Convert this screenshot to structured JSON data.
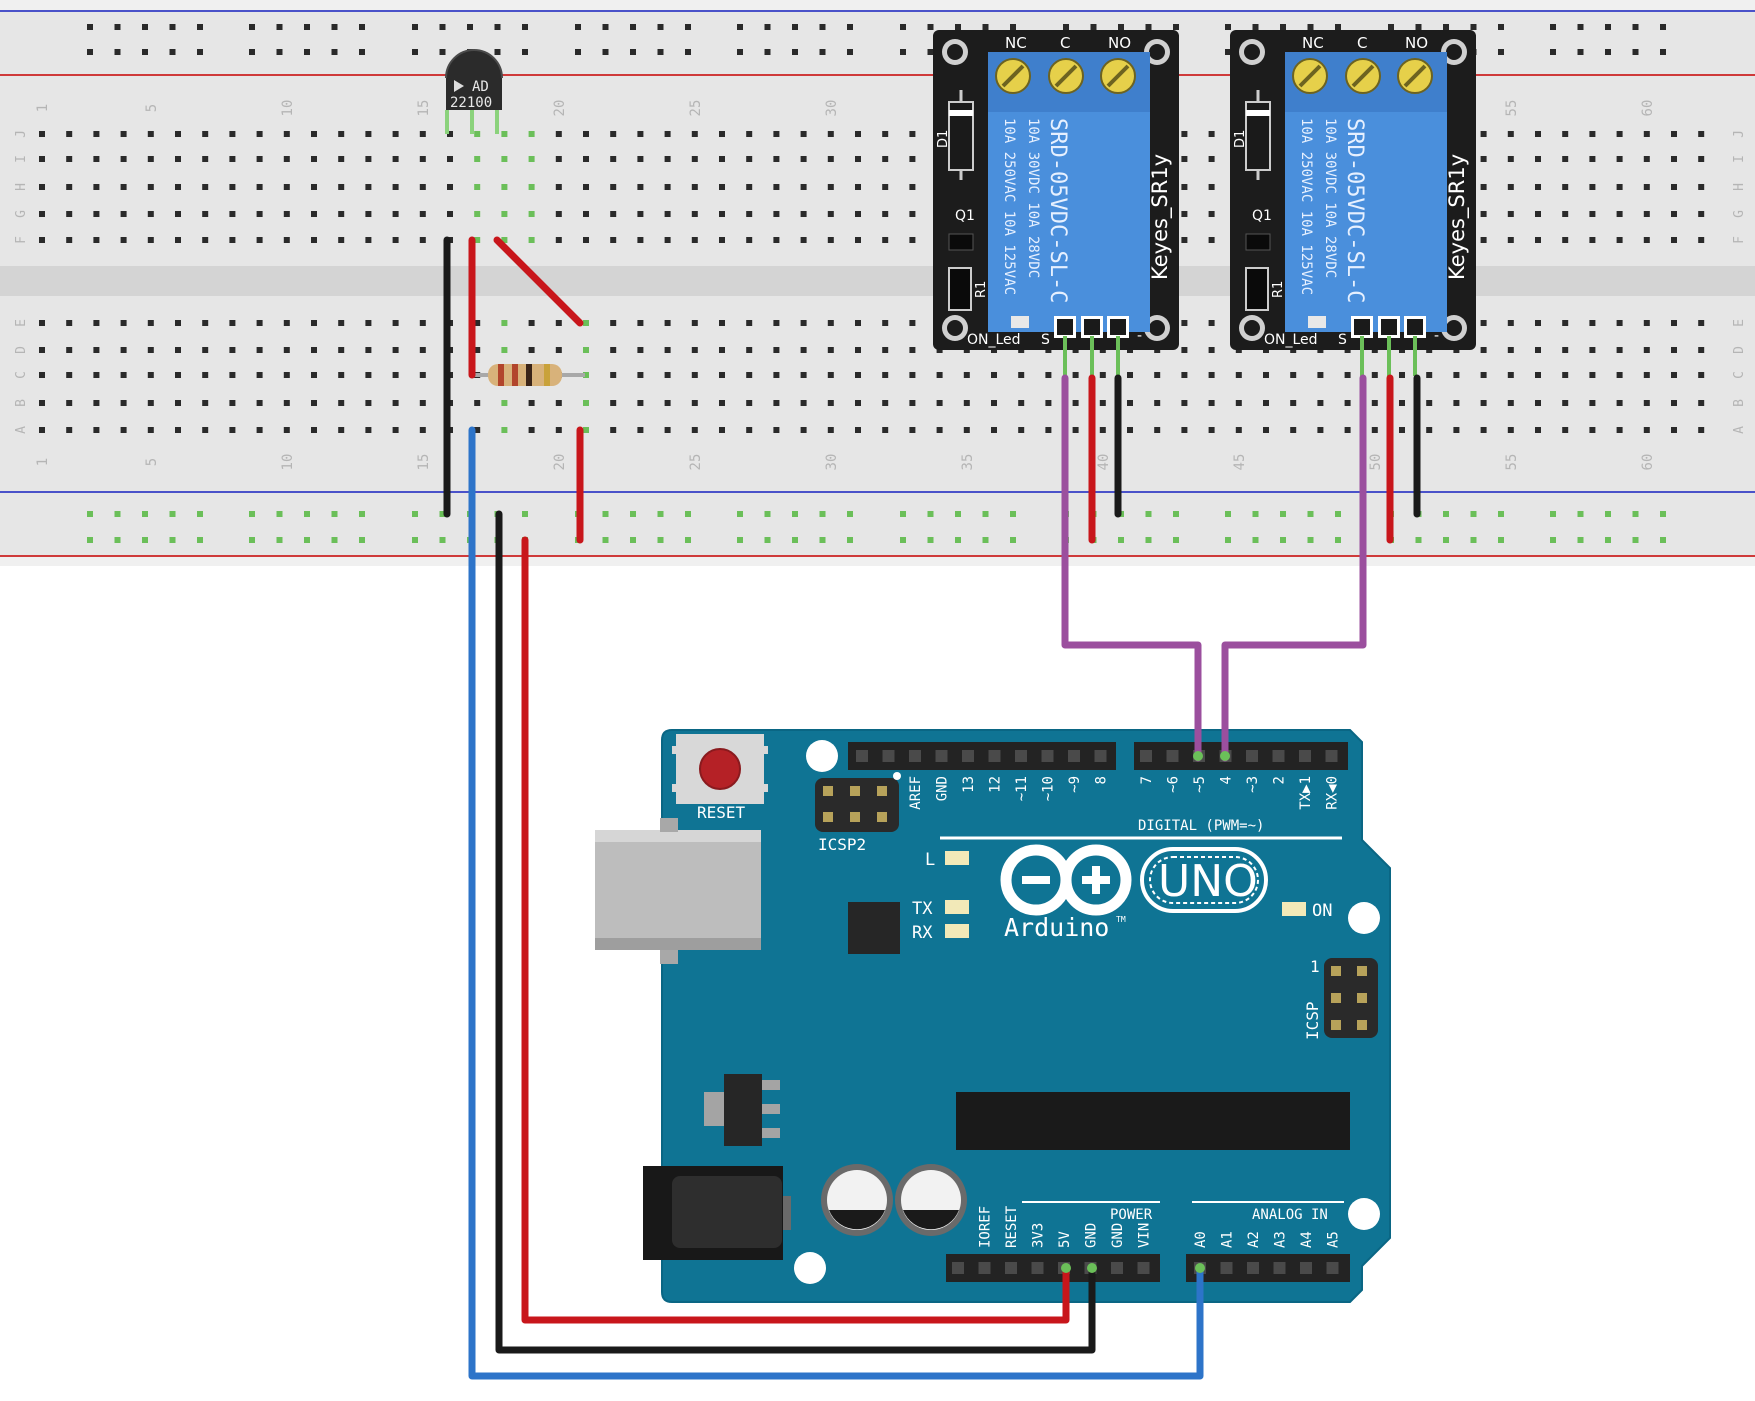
{
  "breadboard": {
    "row_letters": [
      "J",
      "I",
      "H",
      "G",
      "F",
      "E",
      "D",
      "C",
      "B",
      "A"
    ],
    "col_numbers": [
      "1",
      "5",
      "10",
      "15",
      "20",
      "25",
      "30",
      "35",
      "40",
      "45",
      "50",
      "55",
      "60"
    ]
  },
  "sensor": {
    "logo": "AD",
    "part": "22100"
  },
  "relay": {
    "header_labels": [
      "NC",
      "C",
      "NO"
    ],
    "side_labels": [
      "D1",
      "Q1",
      "R1"
    ],
    "rating1": "10A 250VAC  10A 125VAC",
    "rating2": "10A  30VDC  10A  28VDC",
    "model": "SRD-05VDC-SL-C",
    "brand": "Keyes_SR1y",
    "on_led": "ON_Led",
    "signal_pin": "S",
    "minus_pin": "-"
  },
  "arduino": {
    "reset": "RESET",
    "icsp2": "ICSP2",
    "icsp": "ICSP",
    "icsp_pin1": "1",
    "l": "L",
    "tx": "TX",
    "rx": "RX",
    "on": "ON",
    "uno": "UNO",
    "brand": "Arduino",
    "tm": "TM",
    "digital": "DIGITAL (PWM=~)",
    "top_pins": [
      "AREF",
      "GND",
      "13",
      "12",
      "~11",
      "~10",
      "~9",
      "8",
      "7",
      "~6",
      "~5",
      "4",
      "~3",
      "2",
      "TX▶1",
      "RX◀0"
    ],
    "power": "POWER",
    "analog": "ANALOG IN",
    "power_pins": [
      "IOREF",
      "RESET",
      "3V3",
      "5V",
      "GND",
      "GND",
      "VIN"
    ],
    "analog_pins": [
      "A0",
      "A1",
      "A2",
      "A3",
      "A4",
      "A5"
    ]
  },
  "wire_colors": {
    "red": "#c8161b",
    "black": "#1a1a1a",
    "blue": "#2d74c9",
    "purple": "#9b4f9e",
    "green_lead": "#6bbf59"
  },
  "board_colors": {
    "pcb": "#0f7494",
    "relay_board": "#1c1c1c",
    "relay_body": "#4a8fdc",
    "breadboard": "#e6e6e6"
  }
}
